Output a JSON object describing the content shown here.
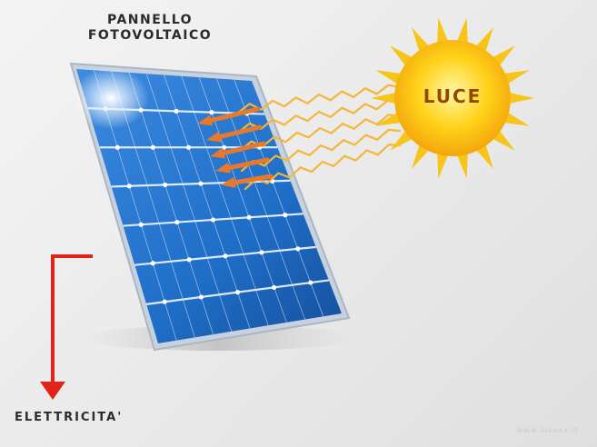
{
  "labels": {
    "panel_line1": "PANNELLO",
    "panel_line2": "FOTOVOLTAICO",
    "sun": "LUCE",
    "output": "ELETTRICITA'",
    "watermark": "www.lucxxx.it"
  },
  "colors": {
    "panel_cell": "#1f6fc9",
    "panel_frame": "#cfd7e2",
    "sun_core": "#ffd21a",
    "sun_rays": "#f7c51a",
    "light_waves": "#f4b63a",
    "photon_arrows": "#e8792a",
    "output_arrow": "#e2231a"
  },
  "icons": {
    "sun": "sun-icon",
    "panel": "solar-panel-icon",
    "output_arrow": "arrow-down-icon"
  }
}
